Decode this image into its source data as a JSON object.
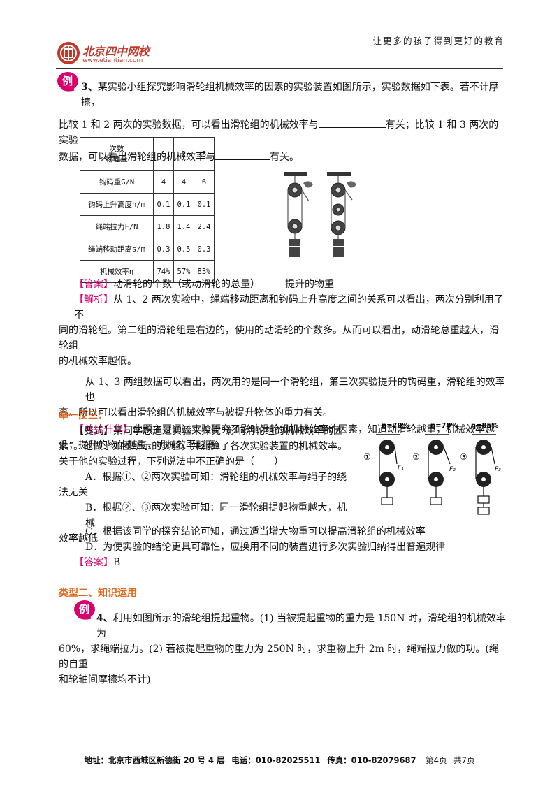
{
  "header": {
    "logo_text": "北京四中网校",
    "logo_url": "www.etiantian.com",
    "slogan": "让更多的孩子得到更好的教育"
  },
  "example3": {
    "badge": "例",
    "num": "3、",
    "line1": "某实验小组探究影响滑轮组机械效率的因素的实验装置如图所示，实验数据如下表。若不计摩擦，",
    "line2a": "比较 1 和 2 两次的实验数据，可以看出滑轮组的机械效率与",
    "line2b": "有关；比较 1 和 3 两次的实验",
    "line3a": "数据，可以看出滑轮组的机械效率与",
    "line3b": "有关。"
  },
  "table": {
    "corner_top": "次数",
    "corner_bottom": "物理量",
    "cols": [
      "1",
      "2",
      "3"
    ],
    "rows": [
      {
        "label": "钩码重G/N",
        "values": [
          "4",
          "4",
          "6"
        ]
      },
      {
        "label": "钩码上升高度h/m",
        "values": [
          "0.1",
          "0.1",
          "0.1"
        ]
      },
      {
        "label": "绳端拉力F/N",
        "values": [
          "1.8",
          "1.4",
          "2.4"
        ]
      },
      {
        "label": "绳端移动距离s/m",
        "values": [
          "0.3",
          "0.5",
          "0.3"
        ]
      },
      {
        "label": "机械效率η",
        "values": [
          "74%",
          "57%",
          "83%"
        ]
      }
    ]
  },
  "answer3": {
    "tag": "【答案】",
    "a1": "动滑轮的个数（或动滑轮的总量）",
    "a2": "提升的物重"
  },
  "analysis": {
    "tag": "【解析】",
    "p1a": "从 1、2 两次实验中，绳端移动距离和钩码上升高度之间的关系可以看出，两次分别利用了不",
    "p1b": "同的滑轮组。第二组的滑轮组是右边的，使用的动滑轮的个数多。从而可以看出，动滑轮总重越大，滑轮组",
    "p1c": "的机械效率越低。",
    "p2a": "从 1、3 两组数据可以看出，两次用的是同一个滑轮组，第三次实验提升的钩码重，滑轮组的效率也",
    "p2b": "高。所以可以看出滑轮组的机械效率与被提升物体的重力有关。"
  },
  "summary": {
    "tag": "【总结升华】",
    "s1": "此题主要通过实验研究了影响滑轮组机械效率的因素，知道动滑轮越重，机械效率越",
    "s2": "低；提升的物体越重，机械效率越高。"
  },
  "variant": {
    "heading": "举一反三：",
    "tag": "【变式】",
    "q1": "某同学想通过实验来探究“影响滑轮组的机械效率的因",
    "q2": "素”。他做了如图所示的实验，并测算了各次实验装置的机械效率。",
    "q3": "关于他的实验过程，下列说法中不正确的是（　　）",
    "optA1": "A．根据①、②两次实验可知：滑轮组的机械效率与绳子的绕",
    "optA2": "法无关",
    "optB1": "B．根据②、③两次实验可知：同一滑轮组提起物重越大，机械",
    "optB2": "效率越低",
    "optC": "C．根据该同学的探究结论可知，通过适当增大物重可以提高滑轮组的机械效率",
    "optD": "D．为使实验的结论更具可靠性，应换用不同的装置进行多次实验归纳得出普遍规律",
    "answer_tag": "【答案】",
    "answer": "B",
    "fig": {
      "eta1": "η=70%",
      "eta2": "η=70%",
      "eta3": "η=85%",
      "n1": "①",
      "n2": "②",
      "n3": "③",
      "f1": "F₁",
      "f2": "F₂",
      "f3": "F₃"
    }
  },
  "type2": {
    "heading": "类型二、知识运用",
    "badge": "例",
    "num": "4、",
    "l1": "利用如图所示的滑轮组提起重物。(1) 当被提起重物的重力是 150N 时，滑轮组的机械效率为",
    "l2": "60%，求绳端拉力。(2) 若被提起重物的重力为 250N 时，求重物上升 2m 时，绳端拉力做的功。(绳的自重",
    "l3": "和轮轴间摩擦均不计)"
  },
  "footer": {
    "address": "地址：北京市西城区新德街 20 号 4 层",
    "phone": "电话：010-82025511",
    "fax": "传真：010-82079687",
    "page": "第4页",
    "total": "共7页"
  }
}
